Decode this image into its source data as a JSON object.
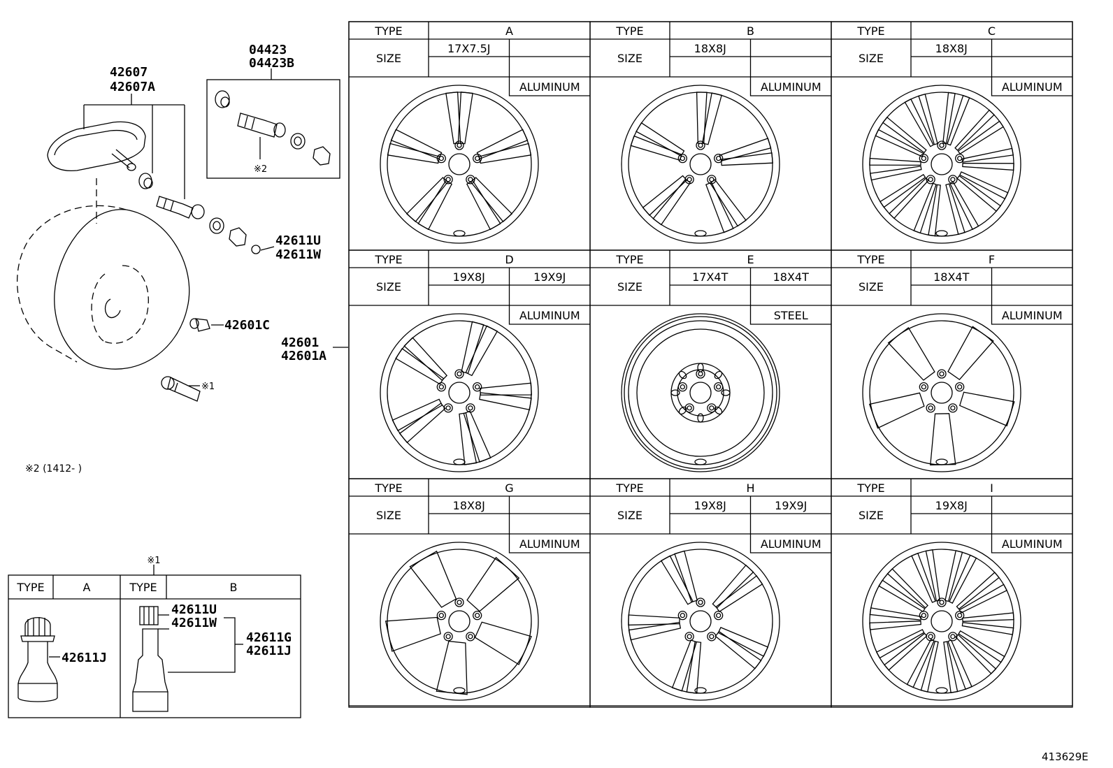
{
  "callouts": {
    "sensor_parts": [
      "42607",
      "42607A"
    ],
    "valve_kit": [
      "04423",
      "04423B"
    ],
    "cap": [
      "42611U",
      "42611W"
    ],
    "valve_c": "42601C",
    "note1_mark": "※1",
    "wheel": [
      "42601",
      "42601A"
    ],
    "note2_mark": "※2",
    "note2_text": "※2 (1412-        )",
    "diagram_id": "413629E"
  },
  "valve_table": {
    "note_mark": "※1",
    "type_label": "TYPE",
    "col_a": "A",
    "col_b": "B",
    "part_a": "42611J",
    "part_b_cap": [
      "42611U",
      "42611W"
    ],
    "part_b_body": [
      "42611G",
      "42611J"
    ]
  },
  "wheel_table": {
    "type_label": "TYPE",
    "size_label": "SIZE",
    "cells": [
      {
        "type": "A",
        "sizes": [
          "17X7.5J",
          ""
        ],
        "material": "ALUMINUM",
        "style": "twin-spoke"
      },
      {
        "type": "B",
        "sizes": [
          "18X8J",
          ""
        ],
        "material": "ALUMINUM",
        "style": "split-spoke"
      },
      {
        "type": "C",
        "sizes": [
          "18X8J",
          ""
        ],
        "material": "ALUMINUM",
        "style": "multi-spoke"
      },
      {
        "type": "D",
        "sizes": [
          "19X8J",
          "19X9J"
        ],
        "material": "ALUMINUM",
        "style": "twin-spoke"
      },
      {
        "type": "E",
        "sizes": [
          "17X4T",
          "18X4T"
        ],
        "material": "STEEL",
        "style": "steel"
      },
      {
        "type": "F",
        "sizes": [
          "18X4T",
          ""
        ],
        "material": "ALUMINUM",
        "style": "five-spoke"
      },
      {
        "type": "G",
        "sizes": [
          "18X8J",
          ""
        ],
        "material": "ALUMINUM",
        "style": "star-spoke"
      },
      {
        "type": "H",
        "sizes": [
          "19X8J",
          "19X9J"
        ],
        "material": "ALUMINUM",
        "style": "split-spoke"
      },
      {
        "type": "I",
        "sizes": [
          "19X8J",
          ""
        ],
        "material": "ALUMINUM",
        "style": "multi-spoke"
      }
    ]
  }
}
